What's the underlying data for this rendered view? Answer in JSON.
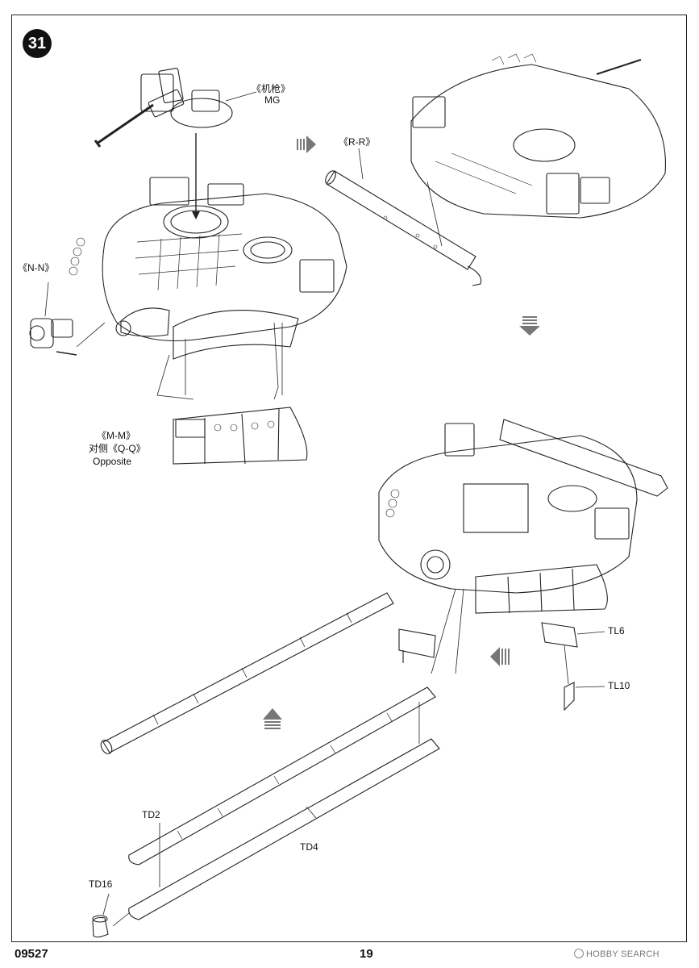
{
  "step": {
    "number": "31"
  },
  "labels": {
    "mg_cn": "《机枪》",
    "mg_en": "MG",
    "rr": "《R-R》",
    "nn": "《N-N》",
    "mm": "《M-M》",
    "qq_cn": "对侧《Q-Q》",
    "opposite": "Opposite",
    "tl6": "TL6",
    "tl10": "TL10",
    "td2": "TD2",
    "td4": "TD4",
    "td16": "TD16"
  },
  "footer": {
    "code": "09527",
    "page": "19",
    "watermark": "HOBBY SEARCH"
  },
  "colors": {
    "ink": "#111111",
    "paper": "#ffffff",
    "arrow_gray": "#888888"
  }
}
